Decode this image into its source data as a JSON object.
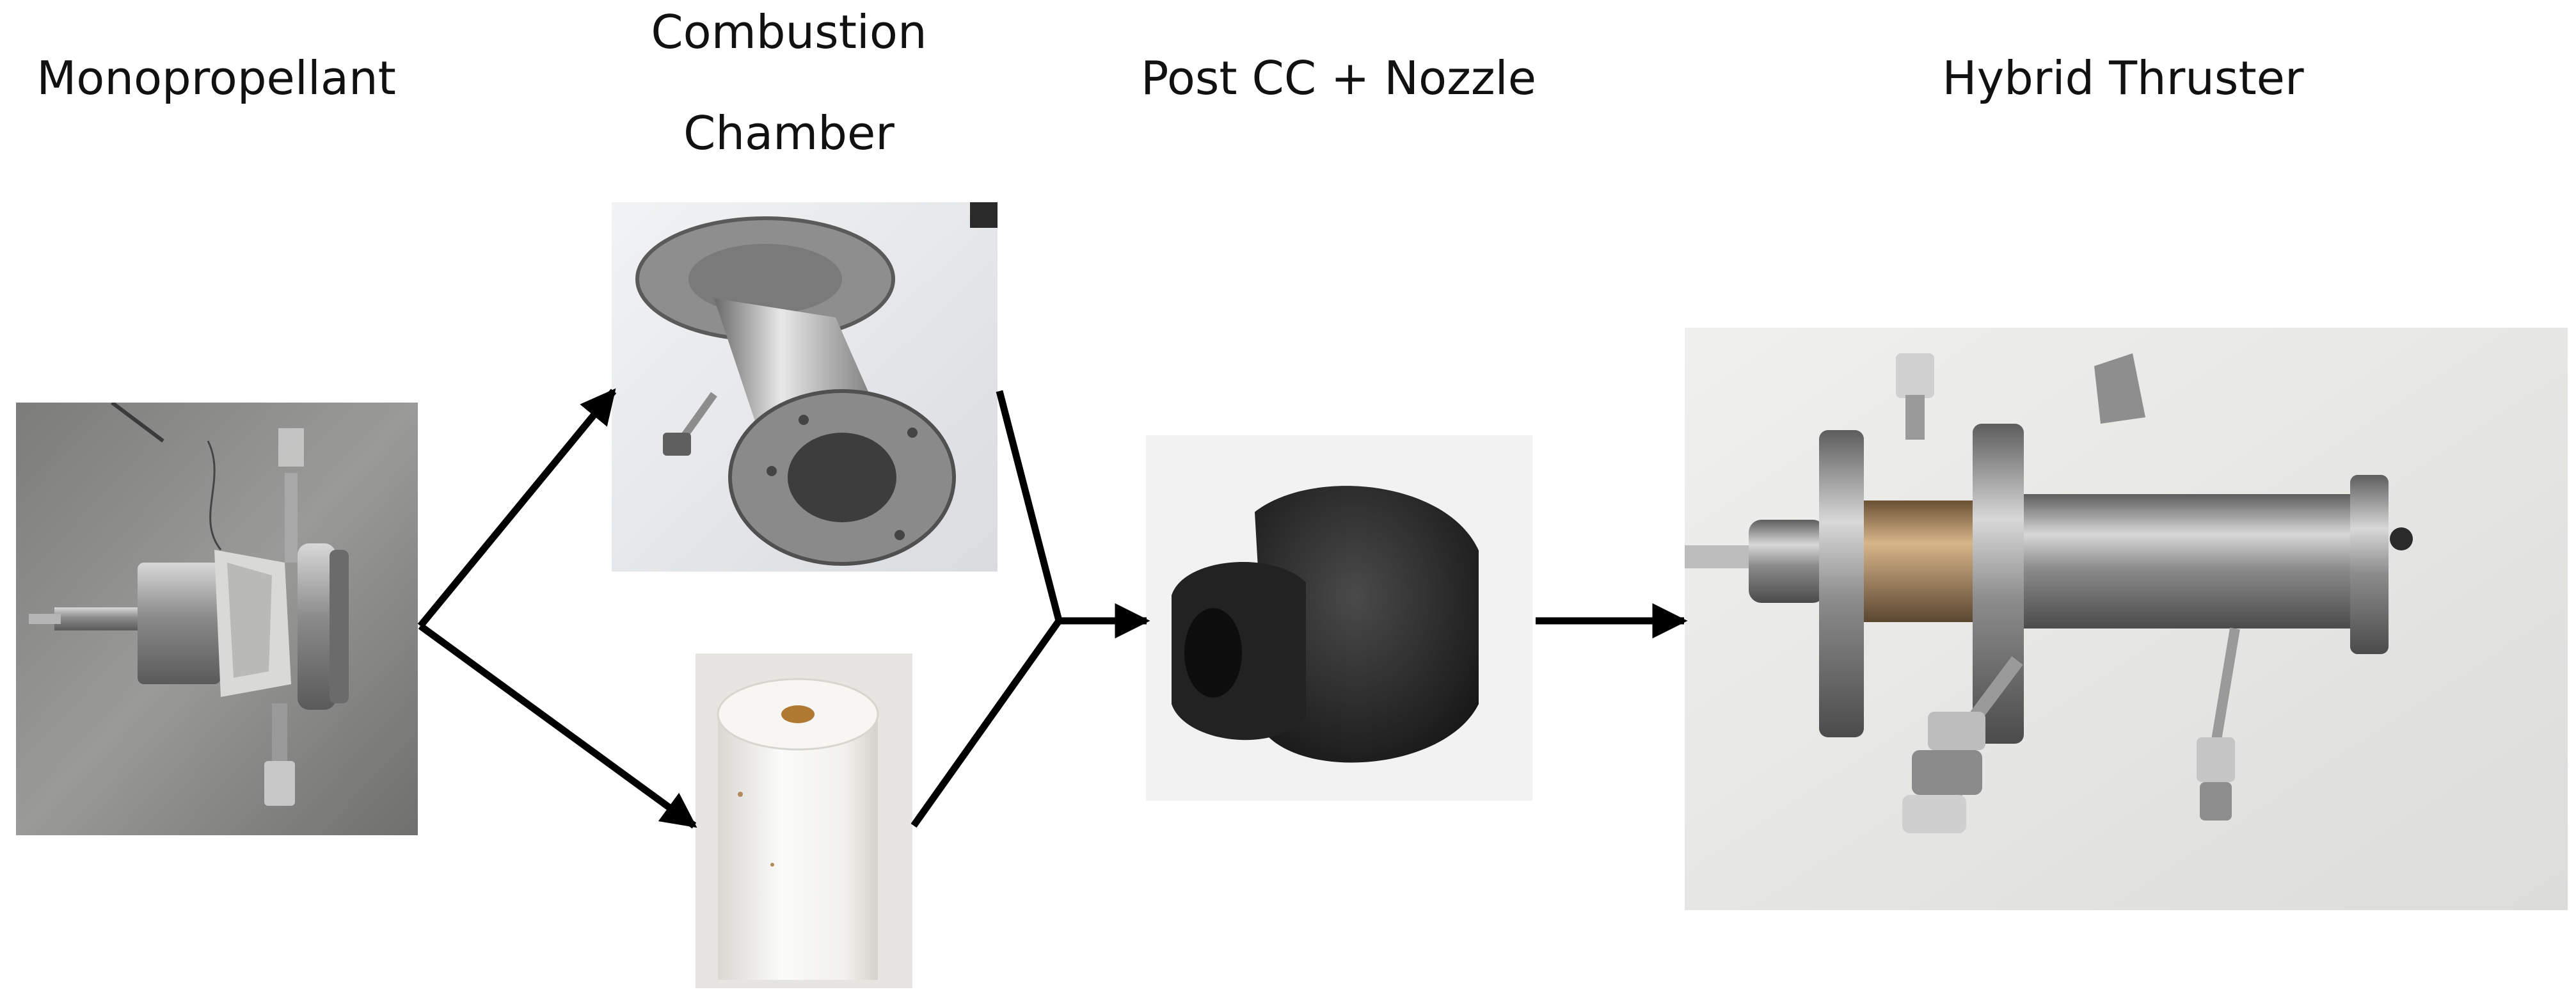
{
  "labels": {
    "monopropellant": "Monopropellant",
    "combustion_line1": "Combustion",
    "combustion_line2": "Chamber",
    "post_cc_nozzle": "Post CC + Nozzle",
    "hybrid_thruster": "Hybrid Thruster"
  }
}
